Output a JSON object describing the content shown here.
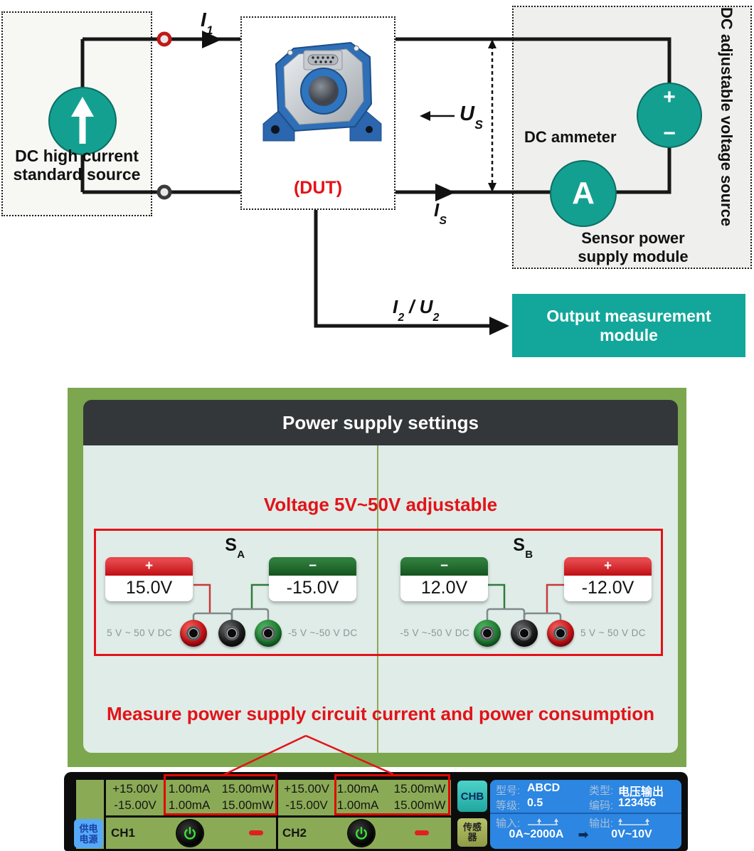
{
  "colors": {
    "teal": "#14A091",
    "panel_green": "#7CA74E",
    "panel_inner": "#E0ECE7",
    "header_dark": "#33373A",
    "annotation_red": "#E31219",
    "card_red": "#C00F14",
    "card_green": "#1E6C2E",
    "instrument_green": "#8BAA56",
    "screen_blue": "#2C86E2",
    "chb_teal": "#3CC8BE",
    "sensor_olive": "#A2AF55",
    "tab_blue": "#56A9F6"
  },
  "diagram": {
    "source_label": [
      "DC high current",
      "standard source"
    ],
    "i1": {
      "base": "I",
      "sub": "1"
    },
    "is": {
      "base": "I",
      "sub": "S"
    },
    "us": {
      "base": "U",
      "sub": "S"
    },
    "i2u2": {
      "i_base": "I",
      "i_sub": "2",
      "sep": " / ",
      "u_base": "U",
      "u_sub": "2"
    },
    "dut_label": "(DUT)",
    "ammeter_label": "DC ammeter",
    "ammeter_symbol": "A",
    "vsource_plus": "+",
    "vsource_minus": "−",
    "sensor_module_label": [
      "Sensor power",
      "supply module"
    ],
    "voltage_source_label": "DC adjustable voltage source",
    "output_module_label": [
      "Output measurement",
      "module"
    ]
  },
  "settings_panel": {
    "title": "Power supply settings",
    "voltage_note": "Voltage 5V~50V adjustable",
    "measure_note": "Measure power supply circuit current and power consumption",
    "sa": {
      "label_base": "S",
      "label_sub": "A",
      "pos_card": {
        "sign": "+",
        "value": "15.0V"
      },
      "neg_card": {
        "sign": "−",
        "value": "-15.0V"
      },
      "left_range": "5 V ~ 50 V DC",
      "right_range": "-5 V ~-50 V DC"
    },
    "sb": {
      "label_base": "S",
      "label_sub": "B",
      "neg_card": {
        "sign": "−",
        "value": "12.0V"
      },
      "pos_card": {
        "sign": "+",
        "value": "-12.0V"
      },
      "left_range": "-5 V ~-50 V DC",
      "right_range": "5 V ~ 50 V DC"
    }
  },
  "instrument": {
    "supply_tab": [
      "供电",
      "电源"
    ],
    "ch1": {
      "label": "CH1",
      "readings": [
        {
          "v": "+15.00V",
          "i": "1.00mA",
          "p": "15.00mW"
        },
        {
          "v": "-15.00V",
          "i": "1.00mA",
          "p": "15.00mW"
        }
      ]
    },
    "ch2": {
      "label": "CH2",
      "readings": [
        {
          "v": "+15.00V",
          "i": "1.00mA",
          "p": "15.00mW"
        },
        {
          "v": "-15.00V",
          "i": "1.00mA",
          "p": "15.00mW"
        }
      ]
    },
    "chb_button": "CHB",
    "sensor_button": [
      "传感",
      "器"
    ],
    "screen": {
      "model_label": "型号:",
      "model_value": "ABCD",
      "type_label": "类型:",
      "type_value": "电压输出",
      "grade_label": "等级:",
      "grade_value": "0.5",
      "code_label": "编码:",
      "code_value": "123456",
      "input_label": "输入:",
      "input_range": "0A~2000A",
      "output_label": "输出:",
      "output_range": "0V~10V",
      "arrow": "➡"
    }
  }
}
